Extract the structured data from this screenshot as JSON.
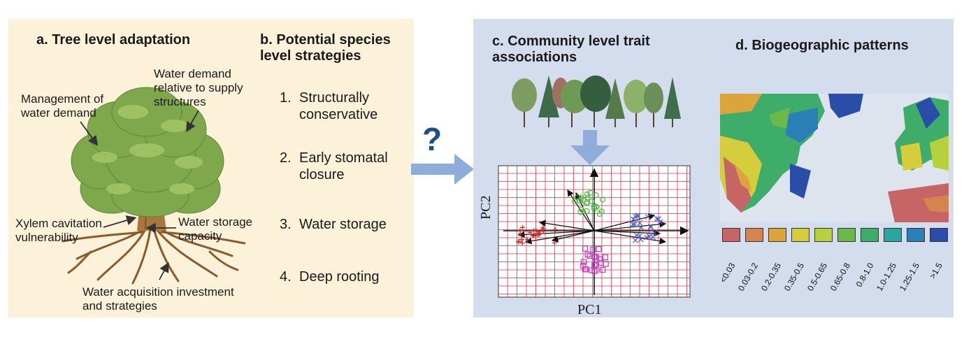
{
  "panel_a": {
    "title": "a. Tree level adaptation",
    "labels": {
      "management": "Management of water demand",
      "water_demand": "Water demand relative to supply structures",
      "xylem": "Xylem cavitation vulnerability",
      "storage": "Water storage capacity",
      "acquisition": "Water acquisition investment and strategies"
    }
  },
  "panel_b": {
    "title": "b. Potential species level strategies",
    "strategies": [
      {
        "num": "1.",
        "label": "Structurally conservative"
      },
      {
        "num": "2.",
        "label": "Early stomatal closure"
      },
      {
        "num": "3.",
        "label": "Water storage"
      },
      {
        "num": "4.",
        "label": "Deep rooting"
      }
    ]
  },
  "connector": {
    "symbol": "?"
  },
  "panel_c": {
    "title": "c. Community level trait associations",
    "pca": {
      "xlabel": "PC1",
      "ylabel": "PC2",
      "groups": [
        {
          "name": "plus",
          "color": "#d32a2a"
        },
        {
          "name": "circle",
          "color": "#3fbf3f"
        },
        {
          "name": "cross",
          "color": "#4a5bd6"
        },
        {
          "name": "square",
          "color": "#c43cc4"
        }
      ]
    }
  },
  "panel_d": {
    "title": "d. Biogeographic patterns",
    "legend": [
      {
        "label": "<0.03",
        "color": "#c56565"
      },
      {
        "label": "0.03-0.2",
        "color": "#d4844c"
      },
      {
        "label": "0.2-0.35",
        "color": "#d9a53c"
      },
      {
        "label": "0.35-0.5",
        "color": "#d6cd3c"
      },
      {
        "label": "0.5-0.65",
        "color": "#b6d03e"
      },
      {
        "label": "0.65-0.8",
        "color": "#6bb94a"
      },
      {
        "label": "0.8-1.0",
        "color": "#3fad6a"
      },
      {
        "label": "1.0-1.25",
        "color": "#2aa5a0"
      },
      {
        "label": "1.25-1.5",
        "color": "#2a7fb6"
      },
      {
        "label": ">1.5",
        "color": "#2a4ea8"
      }
    ]
  },
  "colors": {
    "panel_left_bg": "#fcf1d9",
    "panel_right_bg": "#d3dded",
    "arrow_blue": "#8eadd8",
    "question": "#1f4e87"
  }
}
